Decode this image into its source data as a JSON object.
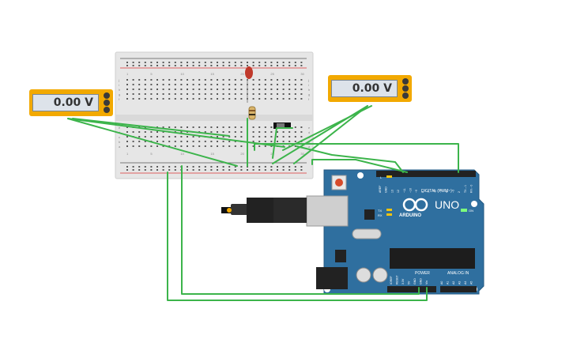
{
  "multimeters": [
    {
      "id": "left",
      "reading": "0.00 V"
    },
    {
      "id": "right",
      "reading": "0.00 V"
    }
  ],
  "breadboard": {
    "column_numbers": [
      "1",
      "5",
      "10",
      "15",
      "20",
      "25",
      "30"
    ],
    "row_letters_top": [
      "j",
      "i",
      "h",
      "g",
      "f"
    ],
    "row_letters_bottom": [
      "e",
      "d",
      "c",
      "b",
      "a"
    ]
  },
  "arduino": {
    "model": "UNO",
    "brand": "ARDUINO",
    "digital_label": "DIGITAL (PWM~)",
    "power_label": "POWER",
    "analog_label": "ANALOG IN",
    "on_label": "ON",
    "led_labels": [
      "L",
      "TX",
      "RX"
    ],
    "power_pins": [
      "IOREF",
      "RESET",
      "3.3V",
      "5V",
      "GND",
      "GND",
      "Vin"
    ],
    "analog_pins": [
      "A0",
      "A1",
      "A2",
      "A3",
      "A4",
      "A5"
    ],
    "digital_pins": [
      "AREF",
      "GND",
      "13",
      "12",
      "~11",
      "~10",
      "~9",
      "8",
      "7",
      "~6",
      "~5",
      "4",
      "~3",
      "2",
      "TX→1",
      "RX←0"
    ]
  },
  "colors": {
    "wire": "#3cb44b",
    "arduino_board": "#2f6f9f",
    "meter_body": "#f2a900",
    "breadboard": "#e6e6e6",
    "led": "#c0392b"
  }
}
